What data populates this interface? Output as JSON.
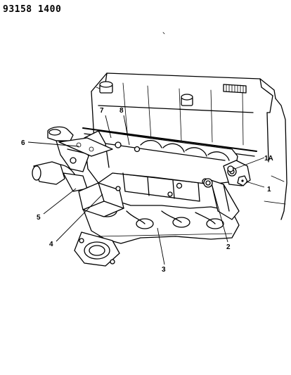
{
  "header": {
    "ref_code": "93158  1400"
  },
  "callouts": {
    "c1": "1",
    "c1a": "1A",
    "c2": "2",
    "c3": "3",
    "c4": "4",
    "c5": "5",
    "c6": "6",
    "c7": "7",
    "c8": "8"
  }
}
